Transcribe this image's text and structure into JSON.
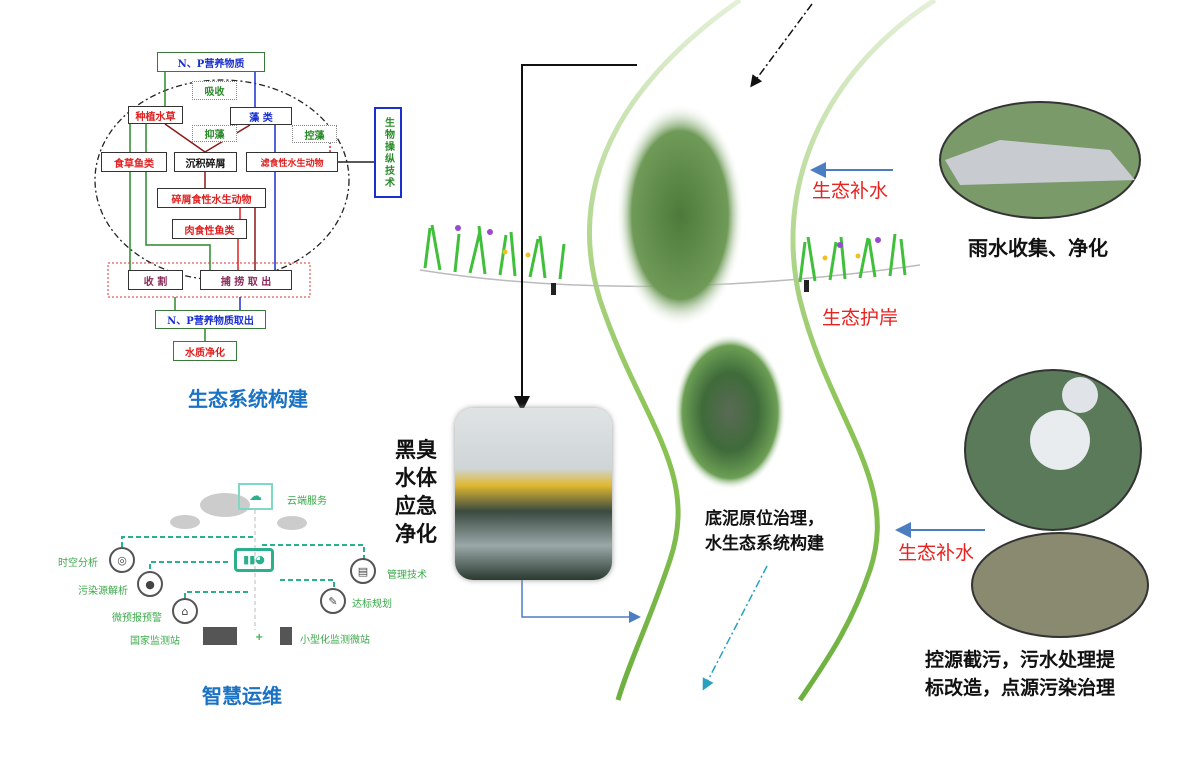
{
  "ecosystem": {
    "title": "生态系统构建",
    "np_input": "N、P营养物质",
    "absorb": "吸收",
    "plant_grass": "种植水草",
    "algae": "藻 类",
    "inhibit_algae": "抑藻",
    "control_algae": "控藻",
    "herbivorous_fish": "食草鱼类",
    "sediment": "沉积碎屑",
    "filter_feeders": "滤食性水生动物",
    "detritivores": "碎屑食性水生动物",
    "carnivorous_fish": "肉食性鱼类",
    "harvest": "收 割",
    "capture": "捕 捞 取 出",
    "np_output": "N、P营养物质取出",
    "water_purify": "水质净化",
    "biomanipulation": "生物操纵技术"
  },
  "smart_ops": {
    "title": "智慧运维",
    "cloud": "云端服务",
    "spatiotemporal": "时空分析",
    "pollution_source": "污染源解析",
    "micro_forecast": "微预报预警",
    "national_station": "国家监测站",
    "plus": "+",
    "micro_station": "小型化监测微站",
    "management": "管理技术",
    "compliance": "达标规划"
  },
  "labels": {
    "black_odor": "黑臭水体应急净化",
    "sediment_treatment_1": "底泥原位治理，",
    "sediment_treatment_2": "水生态系统构建",
    "eco_water_1": "生态补水",
    "rain": "雨水收集、净化",
    "eco_bank": "生态护岸",
    "eco_water_2": "生态补水",
    "source_control_1": "控源截污，污水处理提",
    "source_control_2": "标改造，点源污染治理"
  },
  "colors": {
    "title_blue": "#1a72c4",
    "river_green": "#7cbf4a",
    "red_text": "#e8221e",
    "arrow_blue": "#4a7ec0",
    "smart_green": "#2ab08a"
  }
}
